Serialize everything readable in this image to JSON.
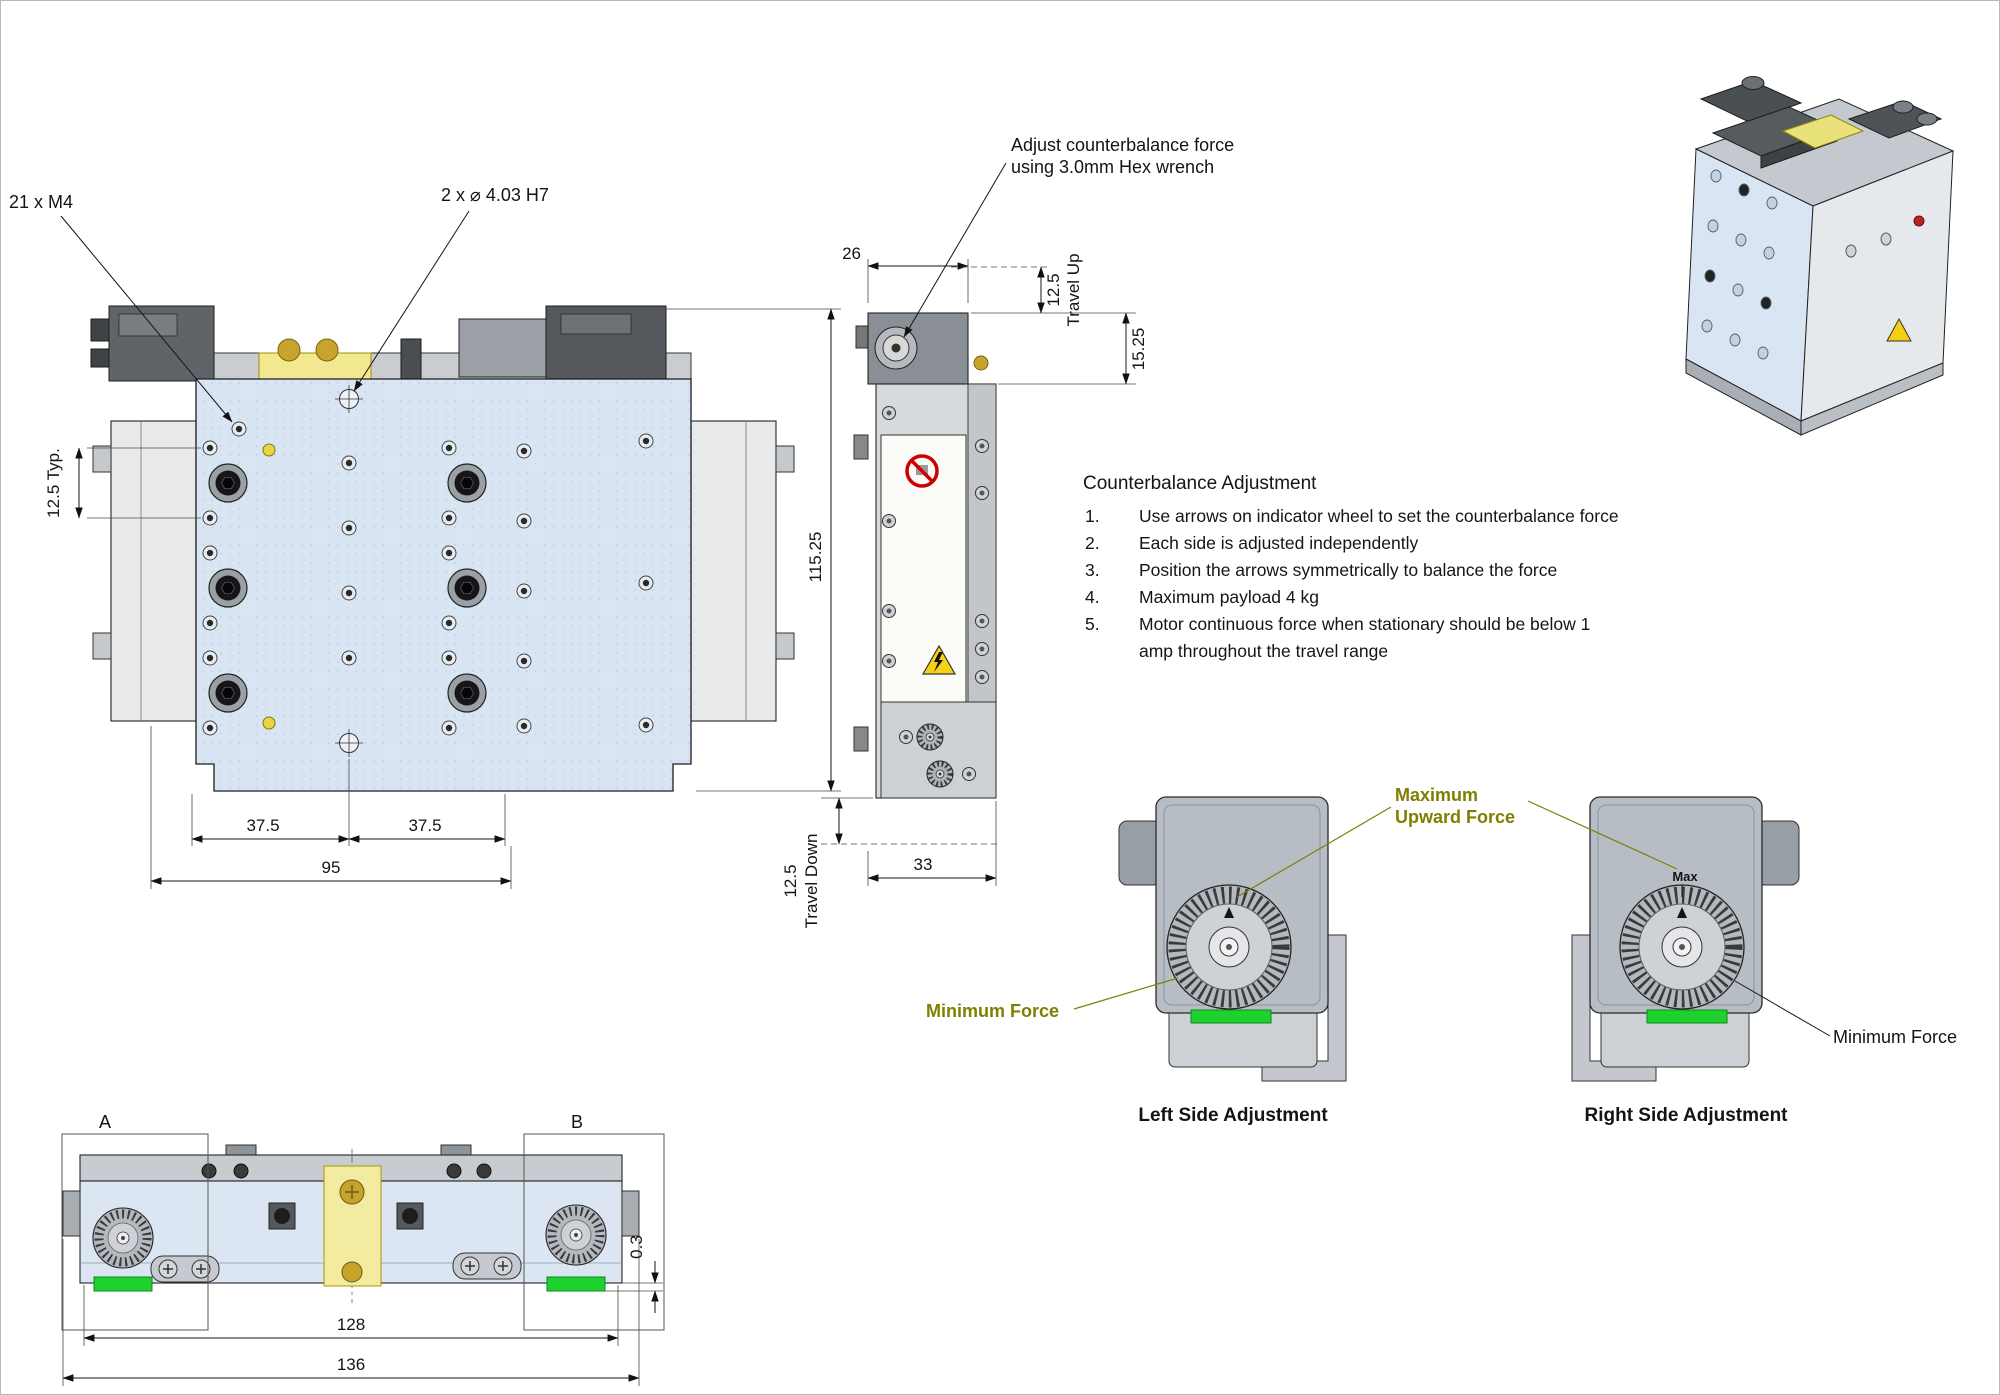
{
  "drawing": {
    "front_view": {
      "label_m4": "21 x M4",
      "label_dowel": "2 x ⌀ 4.03  H7",
      "dim_pitch": "12.5 Typ.",
      "dim_height": "115.25",
      "dim_left_span": "37.5",
      "dim_right_span": "37.5",
      "dim_width": "95"
    },
    "side_view": {
      "callout_line1": "Adjust counterbalance force",
      "callout_line2": "using 3.0mm Hex wrench",
      "dim_top_width": "26",
      "travel_up_value": "12.5",
      "travel_up_label": "Travel Up",
      "dim_offset": "15.25",
      "dim_depth": "33",
      "travel_down_value": "12.5",
      "travel_down_label": "Travel Down"
    },
    "notes": {
      "title": "Counterbalance Adjustment",
      "items": [
        {
          "num": "1.",
          "text": "Use arrows on indicator wheel to set the counterbalance force"
        },
        {
          "num": "2.",
          "text": "Each side is adjusted independently"
        },
        {
          "num": "3.",
          "text": "Position the arrows symmetrically to balance the force"
        },
        {
          "num": "4.",
          "text": "Maximum payload 4 kg"
        },
        {
          "num": "5.",
          "text": "Motor continuous force when stationary should be below 1\namp throughout the travel range"
        }
      ]
    },
    "adjustment": {
      "max_force_line1": "Maximum",
      "max_force_line2": "Upward Force",
      "min_force_left": "Minimum Force",
      "min_force_right": "Minimum Force",
      "left_caption": "Left Side Adjustment",
      "right_caption": "Right Side Adjustment",
      "max_tick_label": "Max"
    },
    "bottom_view": {
      "label_a": "A",
      "label_b": "B",
      "dim_inner": "128",
      "dim_outer": "136",
      "dim_protrusion": "0.3"
    },
    "colors": {
      "plate_blue": "#d9e5f2",
      "accent_yellow": "#f1e88f",
      "indicator_green": "#1fd12f",
      "callout_olive": "#7f7f00",
      "warning_red": "#cc0000"
    }
  }
}
